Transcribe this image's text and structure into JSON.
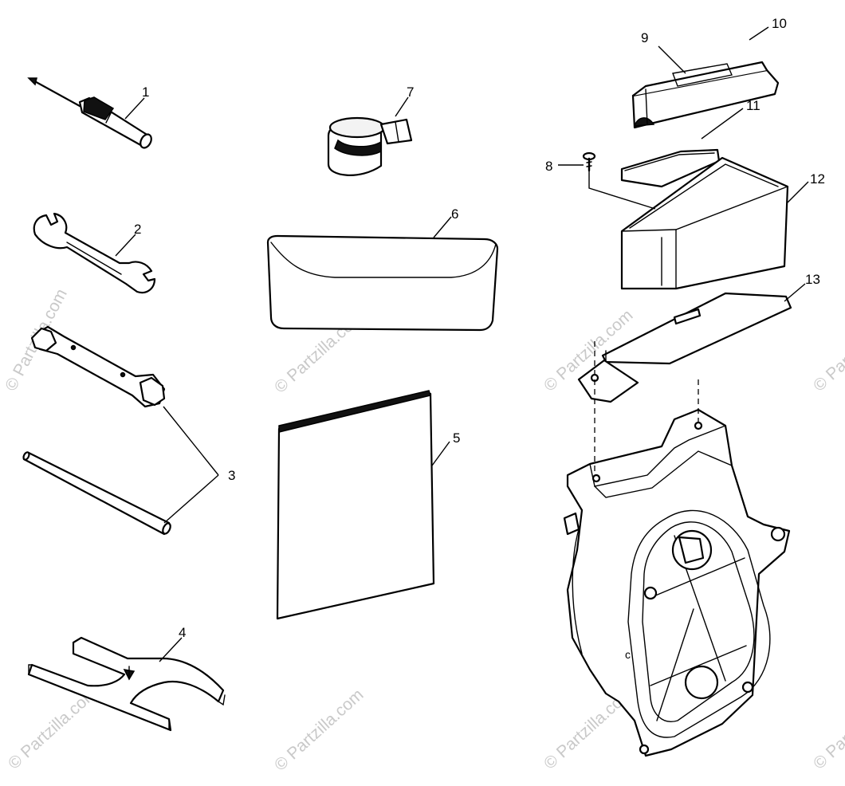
{
  "watermark": "© Partzilla.com",
  "callouts": {
    "c1": "1",
    "c2": "2",
    "c3": "3",
    "c4": "4",
    "c5": "5",
    "c6": "6",
    "c7": "7",
    "c8": "8",
    "c9": "9",
    "c10": "10",
    "c11": "11",
    "c12": "12",
    "c13": "13"
  }
}
